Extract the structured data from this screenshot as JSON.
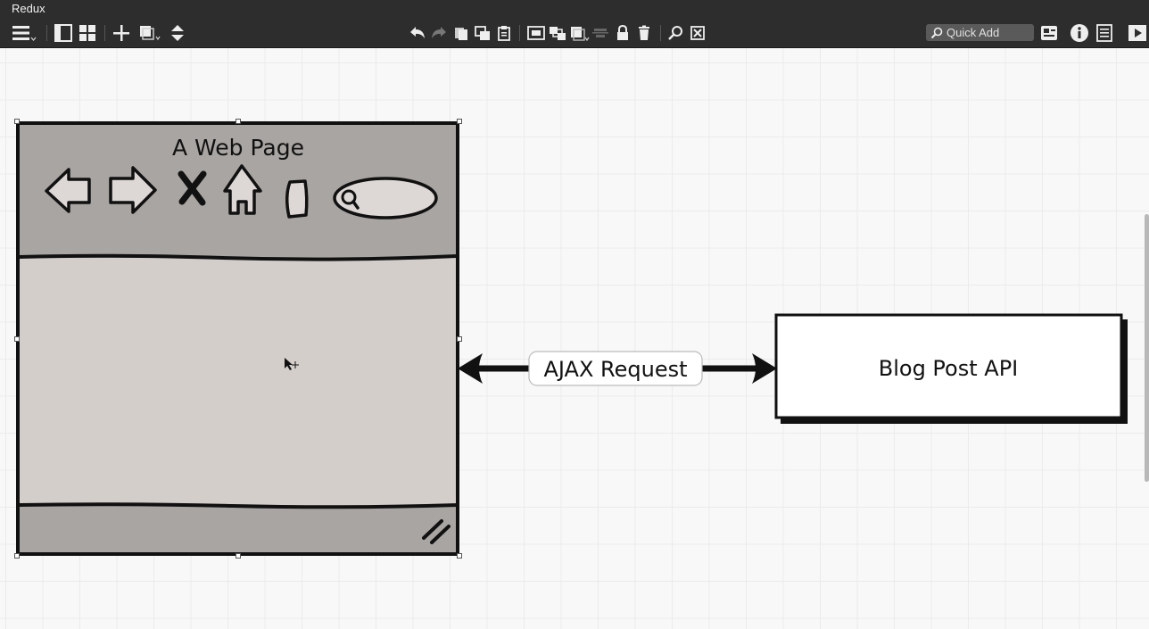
{
  "window": {
    "title": "Redux"
  },
  "toolbar": {
    "quick_add_placeholder": "Quick Add",
    "icons": [
      "menu-icon",
      "single-pane-icon",
      "grid-view-icon",
      "add-icon",
      "copy-style-icon",
      "sort-icon",
      "undo-icon",
      "redo-icon",
      "copy-icon",
      "duplicate-icon",
      "paste-icon",
      "group-icon",
      "ungroup-icon",
      "bring-front-icon",
      "align-icon",
      "lock-icon",
      "delete-icon",
      "zoom-icon",
      "fit-icon",
      "search-icon",
      "account-icon",
      "info-icon",
      "properties-icon",
      "present-icon"
    ]
  },
  "diagram": {
    "web_page": {
      "title": "A Web Page"
    },
    "arrow_label": "AJAX Request",
    "api_box": {
      "label": "Blog Post API"
    }
  },
  "colors": {
    "toolbar_bg": "#2d2d2d",
    "frame_gray": "#a9a5a2",
    "content_gray": "#d4cecb",
    "ink": "#111111"
  }
}
